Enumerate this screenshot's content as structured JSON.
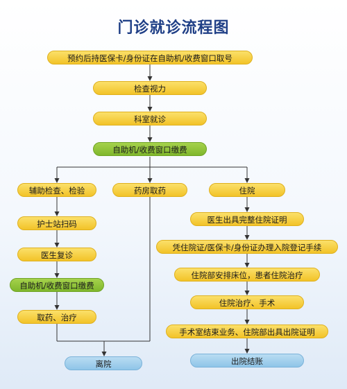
{
  "title": "门诊就诊流程图",
  "colors": {
    "yellow": "#f5c93a",
    "green": "#8cc43c",
    "blue": "#a6d3ef",
    "line": "#333333",
    "title": "#1f3f86"
  },
  "main_flow": {
    "step1": "预约后持医保卡/身份证在自助机/收费窗口取号",
    "step2": "检查视力",
    "step3": "科室就诊",
    "step4": "自助机/收费窗口缴费"
  },
  "branch_exam": {
    "step1": "辅助检查、检验",
    "step2": "护士站扫码",
    "step3": "医生复诊",
    "step4": "自助机/收费窗口缴费",
    "step5": "取药、治疗"
  },
  "branch_pharmacy": {
    "step1": "药房取药"
  },
  "branch_inpatient": {
    "step1": "住院",
    "step2": "医生出具完整住院证明",
    "step3": "凭住院证/医保卡/身份证办理入院登记手续",
    "step4": "住院部安排床位，患者住院治疗",
    "step5": "住院治疗、手术",
    "step6": "手术室结束业务、住院部出具出院证明"
  },
  "endpoints": {
    "leave": "离院",
    "discharge": "出院结账"
  }
}
